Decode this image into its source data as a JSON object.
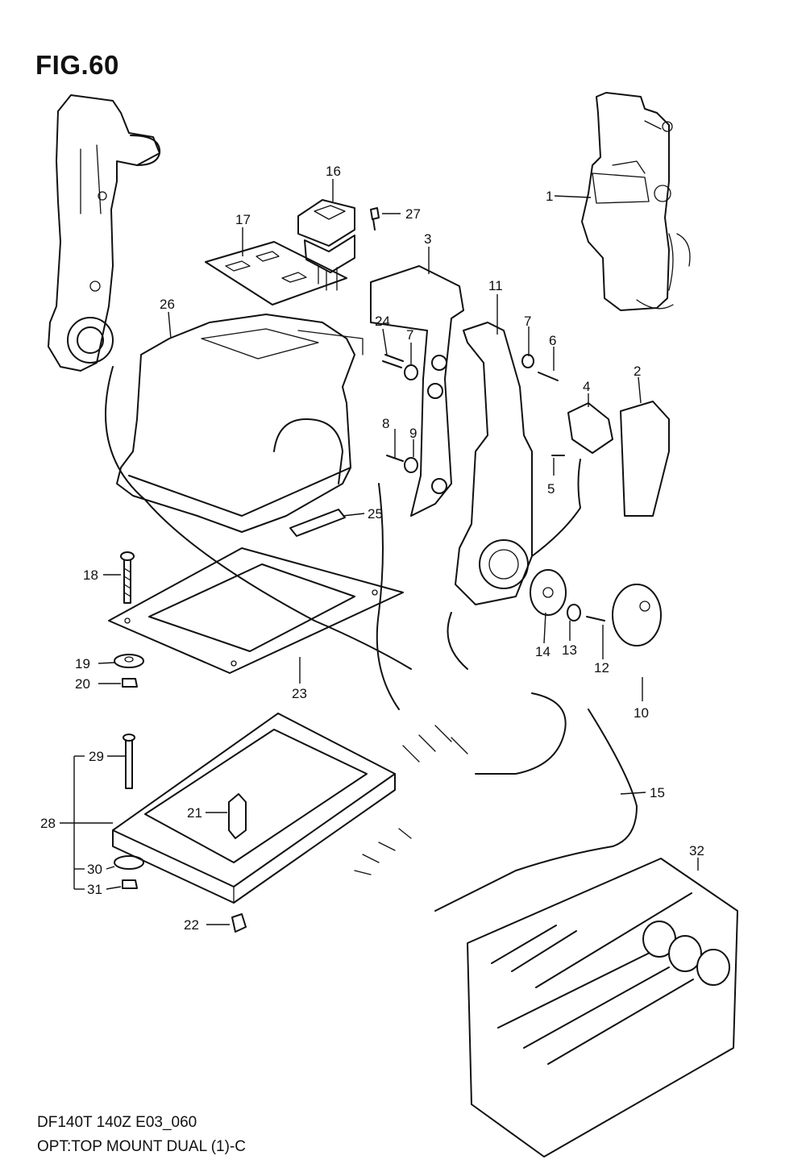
{
  "figure": {
    "title": "FIG.60"
  },
  "footer": {
    "line1": "DF140T 140Z E03_060",
    "line2": "OPT:TOP MOUNT DUAL (1)-C"
  },
  "callouts": [
    "1",
    "2",
    "3",
    "4",
    "5",
    "6",
    "7",
    "7",
    "8",
    "9",
    "10",
    "11",
    "12",
    "13",
    "14",
    "15",
    "16",
    "17",
    "18",
    "19",
    "20",
    "21",
    "22",
    "23",
    "24",
    "25",
    "26",
    "27",
    "28",
    "29",
    "30",
    "31",
    "32"
  ]
}
